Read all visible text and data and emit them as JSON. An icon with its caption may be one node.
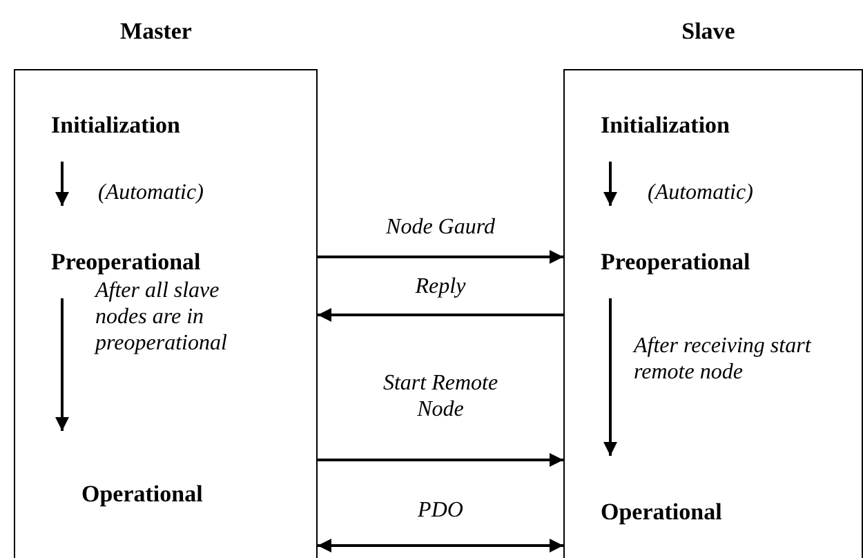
{
  "diagram": {
    "nodes": [
      {
        "text": [
          "Master"
        ]
      },
      {
        "text": [
          "Initialization"
        ],
        "in": 0
      },
      {
        "text": [
          "Preoperational"
        ],
        "in": 0
      },
      {
        "text": [
          "Operational"
        ],
        "in": 0
      },
      {
        "text": [
          "Slave"
        ]
      },
      {
        "text": [
          "Initialization"
        ],
        "in": 4
      },
      {
        "text": [
          "Preoperational"
        ],
        "in": 4
      },
      {
        "text": [
          "Operational"
        ],
        "in": 4
      }
    ],
    "edges": [
      {
        "from": 1,
        "to": 2,
        "arrow": "to",
        "label": "(Automatic)"
      },
      {
        "from": 2,
        "to": 3,
        "arrow": "to",
        "label": "After all slave nodes are in preoperational"
      },
      {
        "from": 5,
        "to": 6,
        "arrow": "to",
        "label": "(Automatic)"
      },
      {
        "from": 6,
        "to": 7,
        "arrow": "to",
        "label": "After receiving start remote node"
      },
      {
        "from": 0,
        "to": 4,
        "arrow": "to",
        "label": "Node Gaurd"
      },
      {
        "from": 4,
        "to": 0,
        "arrow": "to",
        "label": "Reply"
      },
      {
        "from": 0,
        "to": 4,
        "arrow": "to",
        "label": "Start Remote Node"
      },
      {
        "from": 0,
        "to": 4,
        "arrow": "both",
        "label": "PDO"
      }
    ]
  }
}
